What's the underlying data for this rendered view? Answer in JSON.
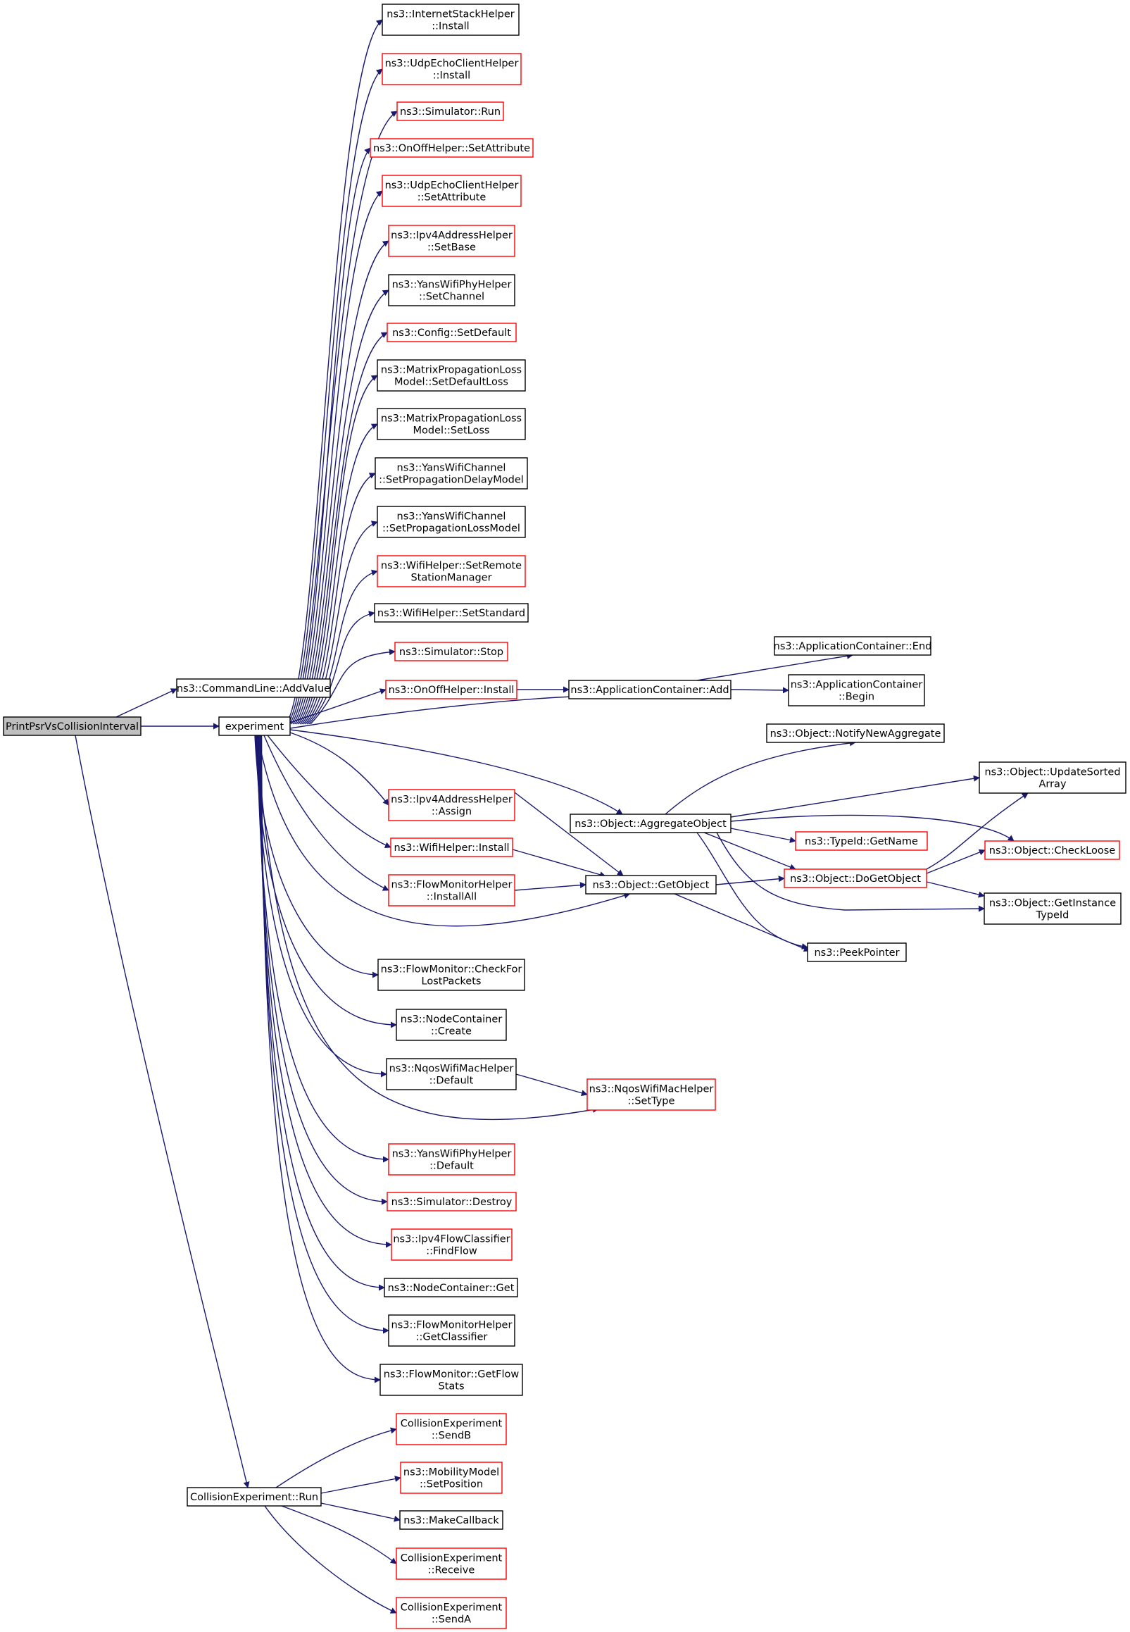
{
  "colors": {
    "edge": "#191970",
    "border_documented": "#000000",
    "border_undocumented": "#ff0000",
    "root_fill": "#bfbfbf"
  },
  "nodes": {
    "root": [
      "PrintPsrVsCollisionInterval"
    ],
    "addvalue": [
      "ns3::CommandLine::AddValue"
    ],
    "experiment": [
      "experiment"
    ],
    "cerun": [
      "CollisionExperiment::Run"
    ],
    "inet": [
      "ns3::InternetStackHelper",
      "::Install"
    ],
    "udpinst": [
      "ns3::UdpEchoClientHelper",
      "::Install"
    ],
    "simrun": [
      "ns3::Simulator::Run"
    ],
    "onoffattr": [
      "ns3::OnOffHelper::SetAttribute"
    ],
    "udpattr": [
      "ns3::UdpEchoClientHelper",
      "::SetAttribute"
    ],
    "ipv4base": [
      "ns3::Ipv4AddressHelper",
      "::SetBase"
    ],
    "yanschan": [
      "ns3::YansWifiPhyHelper",
      "::SetChannel"
    ],
    "cfgdef": [
      "ns3::Config::SetDefault"
    ],
    "mpldef": [
      "ns3::MatrixPropagationLoss",
      "Model::SetDefaultLoss"
    ],
    "mplloss": [
      "ns3::MatrixPropagationLoss",
      "Model::SetLoss"
    ],
    "ywcdelay": [
      "ns3::YansWifiChannel",
      "::SetPropagationDelayModel"
    ],
    "ywcloss": [
      "ns3::YansWifiChannel",
      "::SetPropagationLossModel"
    ],
    "wifiremote": [
      "ns3::WifiHelper::SetRemote",
      "StationManager"
    ],
    "wifistd": [
      "ns3::WifiHelper::SetStandard"
    ],
    "simstop": [
      "ns3::Simulator::Stop"
    ],
    "onoffinst": [
      "ns3::OnOffHelper::Install"
    ],
    "appadd": [
      "ns3::ApplicationContainer::Add"
    ],
    "append": [
      "ns3::ApplicationContainer::End"
    ],
    "appbegin": [
      "ns3::ApplicationContainer",
      "::Begin"
    ],
    "notify": [
      "ns3::Object::NotifyNewAggregate"
    ],
    "aggobj": [
      "ns3::Object::AggregateObject"
    ],
    "updsort": [
      "ns3::Object::UpdateSorted",
      "Array"
    ],
    "getname": [
      "ns3::TypeId::GetName"
    ],
    "checkloose": [
      "ns3::Object::CheckLoose"
    ],
    "dogetobj": [
      "ns3::Object::DoGetObject"
    ],
    "getobj": [
      "ns3::Object::GetObject"
    ],
    "getinst": [
      "ns3::Object::GetInstance",
      "TypeId"
    ],
    "peek": [
      "ns3::PeekPointer"
    ],
    "ipv4assign": [
      "ns3::Ipv4AddressHelper",
      "::Assign"
    ],
    "wifiinst": [
      "ns3::WifiHelper::Install"
    ],
    "fmhinstall": [
      "ns3::FlowMonitorHelper",
      "::InstallAll"
    ],
    "fmcheck": [
      "ns3::FlowMonitor::CheckFor",
      "LostPackets"
    ],
    "nccreate": [
      "ns3::NodeContainer",
      "::Create"
    ],
    "nqosdef": [
      "ns3::NqosWifiMacHelper",
      "::Default"
    ],
    "nqostype": [
      "ns3::NqosWifiMacHelper",
      "::SetType"
    ],
    "yanspdef": [
      "ns3::YansWifiPhyHelper",
      "::Default"
    ],
    "simdestroy": [
      "ns3::Simulator::Destroy"
    ],
    "ipv4flow": [
      "ns3::Ipv4FlowClassifier",
      "::FindFlow"
    ],
    "ncget": [
      "ns3::NodeContainer::Get"
    ],
    "fmhclass": [
      "ns3::FlowMonitorHelper",
      "::GetClassifier"
    ],
    "fmstats": [
      "ns3::FlowMonitor::GetFlow",
      "Stats"
    ],
    "sendb": [
      "CollisionExperiment",
      "::SendB"
    ],
    "mobpos": [
      "ns3::MobilityModel",
      "::SetPosition"
    ],
    "makecb": [
      "ns3::MakeCallback"
    ],
    "receive": [
      "CollisionExperiment",
      "::Receive"
    ],
    "senda": [
      "CollisionExperiment",
      "::SendA"
    ]
  }
}
